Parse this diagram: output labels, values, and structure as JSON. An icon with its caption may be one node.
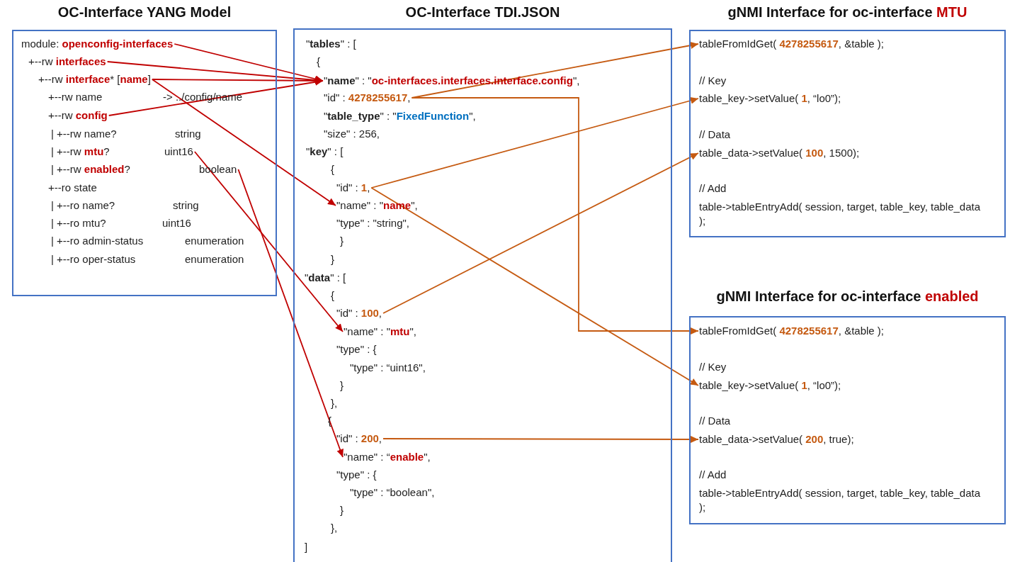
{
  "diagram": {
    "nodes": [
      {
        "text": [
          "OC-Interface YANG Model",
          "+--rw name",
          "-> ../config/name",
          "| +--rw name?",
          "string",
          "+--ro state",
          "| +--ro name?",
          "string",
          "| +--ro mtu?",
          "uint16",
          "| +--ro admin-status",
          "enumeration",
          "| +--ro oper-status",
          "enumeration"
        ]
      },
      {
        "text": [
          "module: **openconfig-interfaces**"
        ],
        "in": 0
      },
      {
        "text": [
          "+--rw **interfaces**"
        ],
        "in": 0
      },
      {
        "text": [
          "+--rw **interface*** [**name**]"
        ],
        "in": 0
      },
      {
        "text": [
          "+--rw **config**"
        ],
        "in": 0
      },
      {
        "text": [
          "| +--rw **mtu**?",
          "uint16"
        ],
        "in": 0
      },
      {
        "text": [
          "| +--rw **enabled**?",
          "boolean"
        ],
        "in": 0
      },
      {
        "text": [
          "OC-Interface TDI.JSON",
          "\"**tables**\" : [",
          "{",
          "\"**table_type**\" : \"**FixedFunction**\",",
          "\"size\" : 256,",
          "\"**key**\" : [",
          "{",
          "\"type\" : \"string\",",
          "}",
          "}",
          "\"**data**\" : [",
          "{",
          "\"type\" : {",
          "\"type\" : “uint16\",",
          "}",
          "},",
          "{",
          "\"type\" : {",
          "\"type\" : “boolean\",",
          "}",
          "},",
          "]"
        ]
      },
      {
        "text": [
          "\"**name**\" : \"**oc-interfaces.interfaces.interface.config**\","
        ],
        "in": 7
      },
      {
        "text": [
          "\"id\" : **4278255617**,"
        ],
        "in": 7
      },
      {
        "text": [
          "\"id\" : **1**,"
        ],
        "in": 7
      },
      {
        "text": [
          "\"name\" : \"**name**\","
        ],
        "in": 7
      },
      {
        "text": [
          "\"id\" : **100**,"
        ],
        "in": 7
      },
      {
        "text": [
          "\"name\" : \"**mtu**\","
        ],
        "in": 7
      },
      {
        "text": [
          "\"id\" : **200**,"
        ],
        "in": 7
      },
      {
        "text": [
          "\"name\" : “**enable**\","
        ],
        "in": 7
      },
      {
        "text": [
          "gNMI Interface for oc-interface **MTU**",
          "// Key",
          "// Data",
          "// Add",
          "table->tableEntryAdd( session, target, table_key, table_data );"
        ]
      },
      {
        "text": [
          "tableFromIdGet( **4278255617**, &table );"
        ],
        "in": 16
      },
      {
        "text": [
          "table_key->setValue( **1**, “lo0”);"
        ],
        "in": 16
      },
      {
        "text": [
          "table_data->setValue( **100**, 1500);"
        ],
        "in": 16
      },
      {
        "text": [
          "gNMI Interface for oc-interface **enabled**",
          "// Key",
          "// Data",
          "// Add",
          "table->tableEntryAdd( session, target, table_key, table_data );"
        ]
      },
      {
        "text": [
          "tableFromIdGet( **4278255617**, &table );"
        ],
        "in": 20
      },
      {
        "text": [
          "table_key->setValue( **1**, “lo0”);"
        ],
        "in": 20
      },
      {
        "text": [
          "table_data->setValue( **200**, true);"
        ],
        "in": 20
      }
    ],
    "edges": [
      {
        "from": 1,
        "to": 8,
        "arrow": "to"
      },
      {
        "from": 2,
        "to": 8,
        "arrow": "to"
      },
      {
        "from": 3,
        "to": 8,
        "arrow": "to"
      },
      {
        "from": 4,
        "to": 8,
        "arrow": "to"
      },
      {
        "from": 3,
        "to": 11,
        "arrow": "to"
      },
      {
        "from": 5,
        "to": 13,
        "arrow": "to"
      },
      {
        "from": 6,
        "to": 15,
        "arrow": "to"
      },
      {
        "from": 9,
        "to": 17,
        "arrow": "to",
        "color": "#c55a11"
      },
      {
        "from": 9,
        "to": 21,
        "arrow": "to",
        "color": "#c55a11"
      },
      {
        "from": 10,
        "to": 18,
        "arrow": "to",
        "color": "#c55a11"
      },
      {
        "from": 10,
        "to": 22,
        "arrow": "to",
        "color": "#c55a11"
      },
      {
        "from": 12,
        "to": 19,
        "arrow": "to",
        "color": "#c55a11"
      },
      {
        "from": 14,
        "to": 23,
        "arrow": "to",
        "color": "#c55a11"
      }
    ]
  }
}
